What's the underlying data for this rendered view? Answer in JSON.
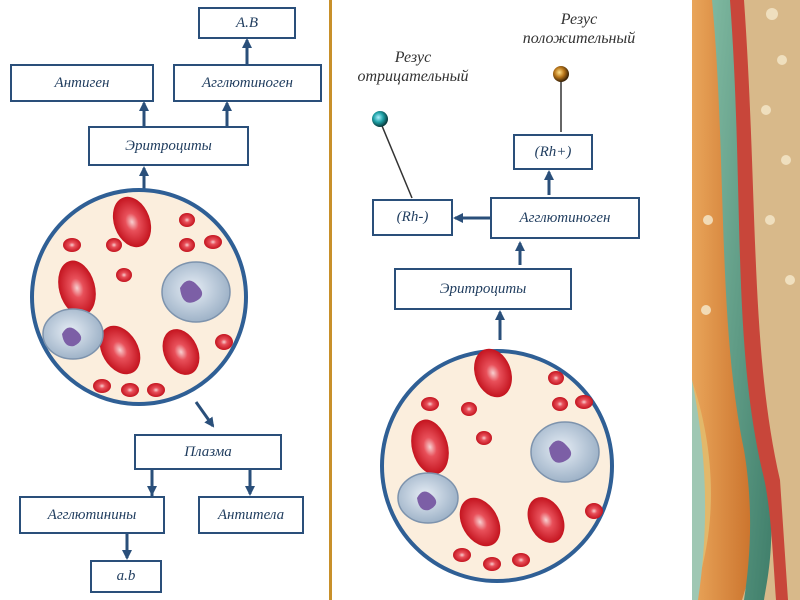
{
  "left": {
    "boxes": {
      "ab_upper": "A.B",
      "antigen": "Антиген",
      "agglutinogen": "Агглютиноген",
      "erythrocytes": "Эритроциты",
      "plasma": "Плазма",
      "agglutinins": "Агглютинины",
      "antibodies": "Антитела",
      "ab_lower": "a.b"
    }
  },
  "right": {
    "boxes": {
      "rh_pos": "(Rh+)",
      "rh_neg": "(Rh-)",
      "agglutinogen": "Агглютиноген",
      "erythrocytes": "Эритроциты"
    },
    "captions": {
      "neg_line1": "Резус",
      "neg_line2": "отрицательный",
      "pos_line1": "Резус",
      "pos_line2": "положительный"
    }
  },
  "colors": {
    "box_border": "#2a4f7a",
    "arrow": "#2a4f7a",
    "cell_red": "#d8283a",
    "plasma_bg": "#fbeedd",
    "circle_border": "#2f5f95"
  }
}
